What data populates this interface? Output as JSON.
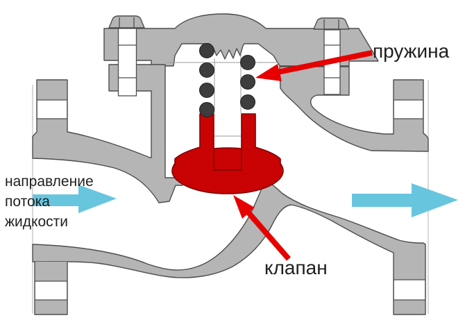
{
  "diagram": {
    "title": "check-valve-cross-section",
    "labels": {
      "spring": "пружина",
      "valve": "клапан",
      "flow_line1": "направление",
      "flow_line2": "потока",
      "flow_line3": "жидкости"
    },
    "colors": {
      "background": "#ffffff",
      "body": "#b5b5b5",
      "outline": "#4d4d4d",
      "valve-red": "#c90303",
      "valve-red-dark": "#7e0000",
      "arrow-red": "#e60000",
      "flow-cyan": "#68c5de",
      "spring-dot": "#3d3d3d",
      "text": "#1f1f1f"
    }
  }
}
